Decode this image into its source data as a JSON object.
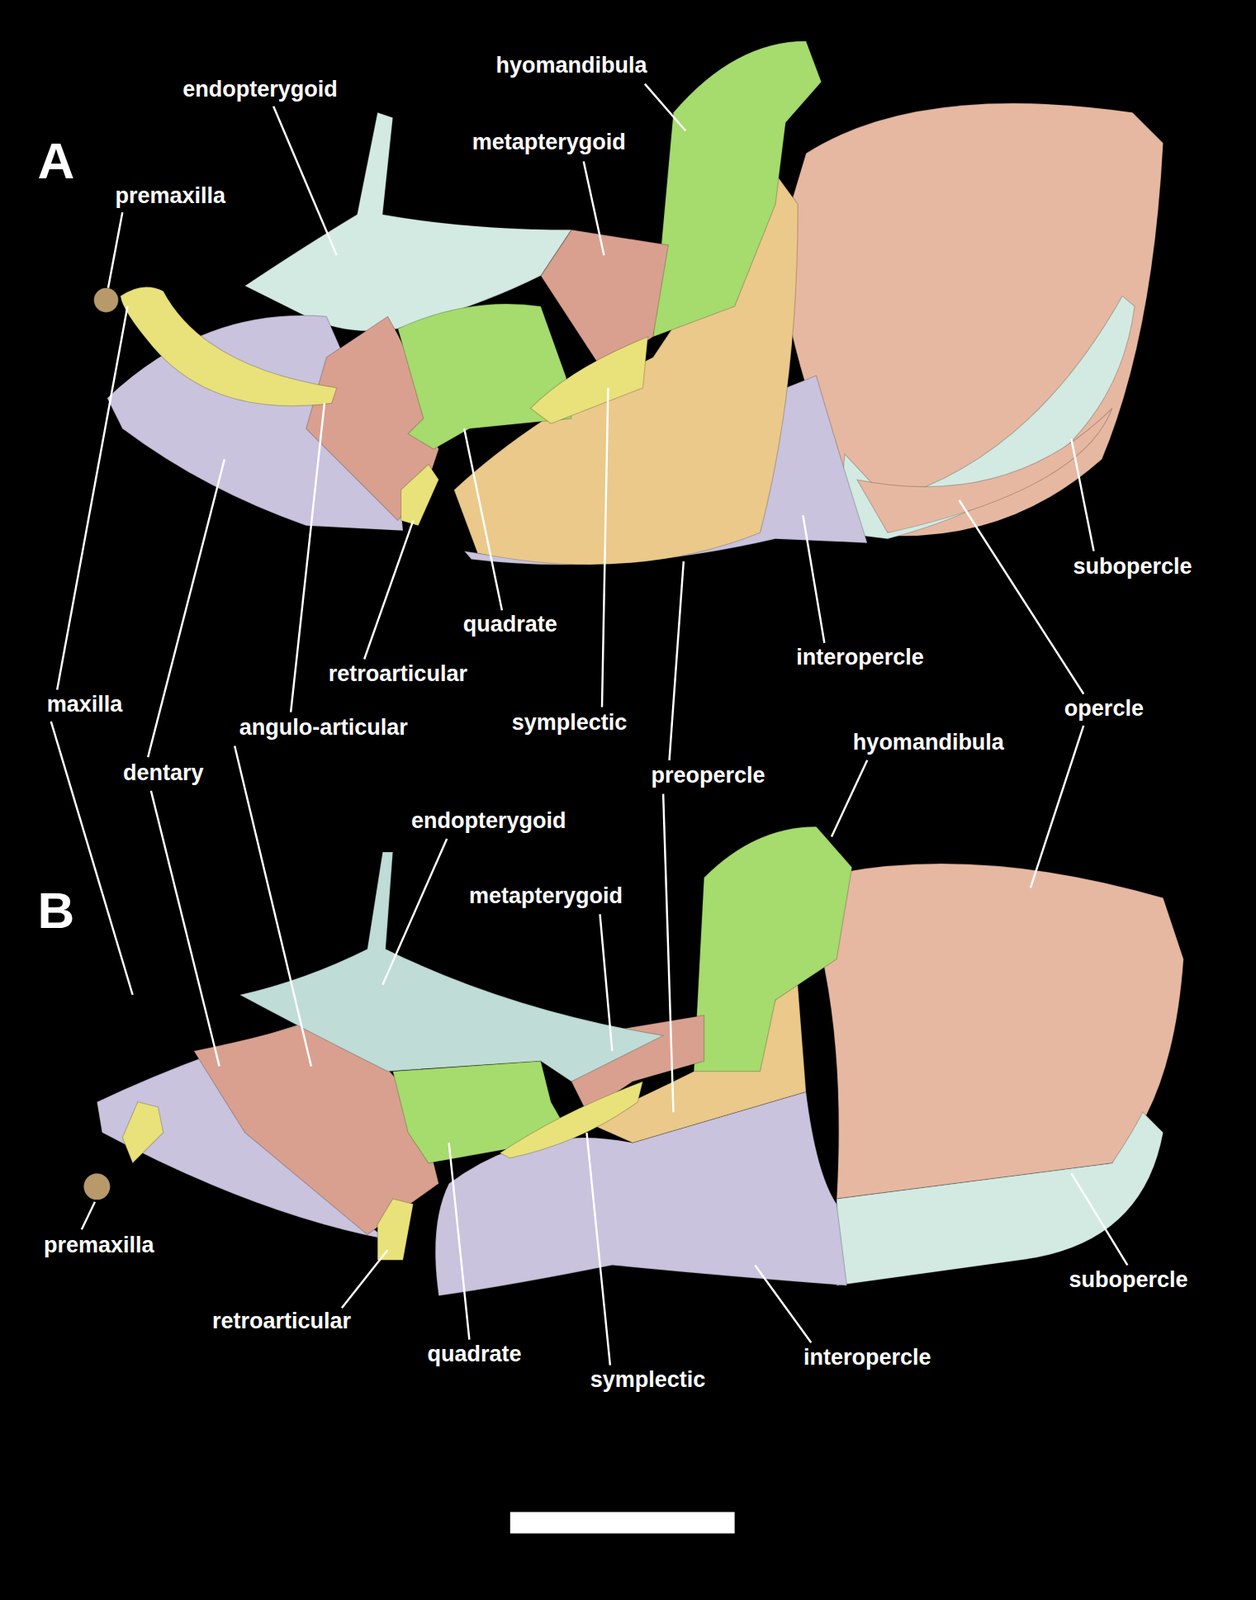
{
  "diagram": {
    "labels": [
      "A",
      "hyomandibula",
      "endopterygoid",
      "metapterygoid",
      "premaxilla",
      "subopercle",
      "quadrate",
      "retroarticular",
      "interopercle",
      "opercle",
      "maxilla",
      "angulo-articular",
      "symplectic",
      "dentary",
      "preopercle",
      "hyomandibula",
      "endopterygoid",
      "B",
      "metapterygoid",
      "premaxilla",
      "subopercle",
      "retroarticular",
      "quadrate",
      "symplectic",
      "interopercle"
    ]
  }
}
